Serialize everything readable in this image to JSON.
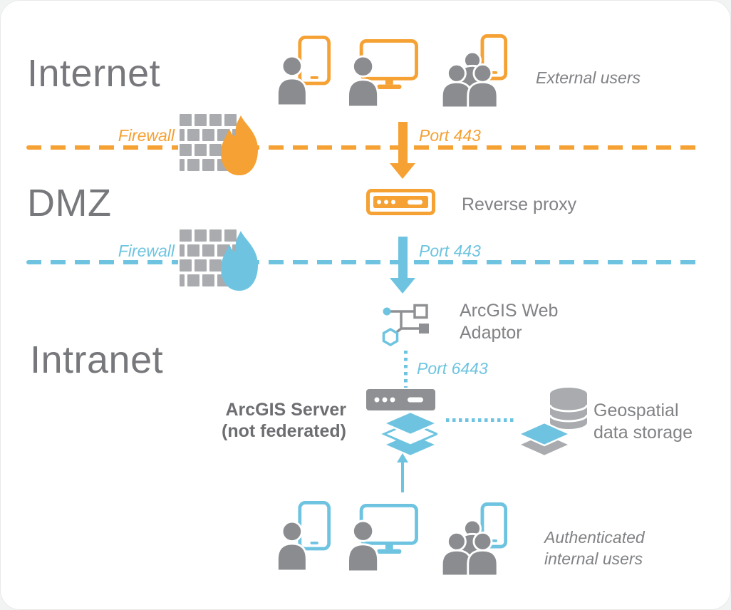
{
  "diagram": {
    "zones": {
      "internet": "Internet",
      "dmz": "DMZ",
      "intranet": "Intranet"
    },
    "internet": {
      "external_users_caption": "External users",
      "firewall_label": "Firewall",
      "port_label": "Port 443"
    },
    "dmz": {
      "reverse_proxy_label": "Reverse proxy",
      "firewall_label": "Firewall",
      "port_label": "Port 443"
    },
    "intranet": {
      "web_adaptor_label": "ArcGIS Web Adaptor",
      "port_label": "Port 6443",
      "server_label_line1": "ArcGIS Server",
      "server_label_line2": "(not federated)",
      "storage_label": "Geospatial data storage",
      "internal_users_caption": "Authenticated internal users"
    },
    "colors": {
      "orange": "#F5A133",
      "blue": "#6EC4E0",
      "zone_label_gray": "#77787B",
      "caption_gray": "#808285",
      "icon_gray": "#8E9093",
      "people_gray": "#8A8C8F",
      "brick_gray": "#A9ABAE",
      "server_bold_gray": "#6D6E71"
    }
  }
}
